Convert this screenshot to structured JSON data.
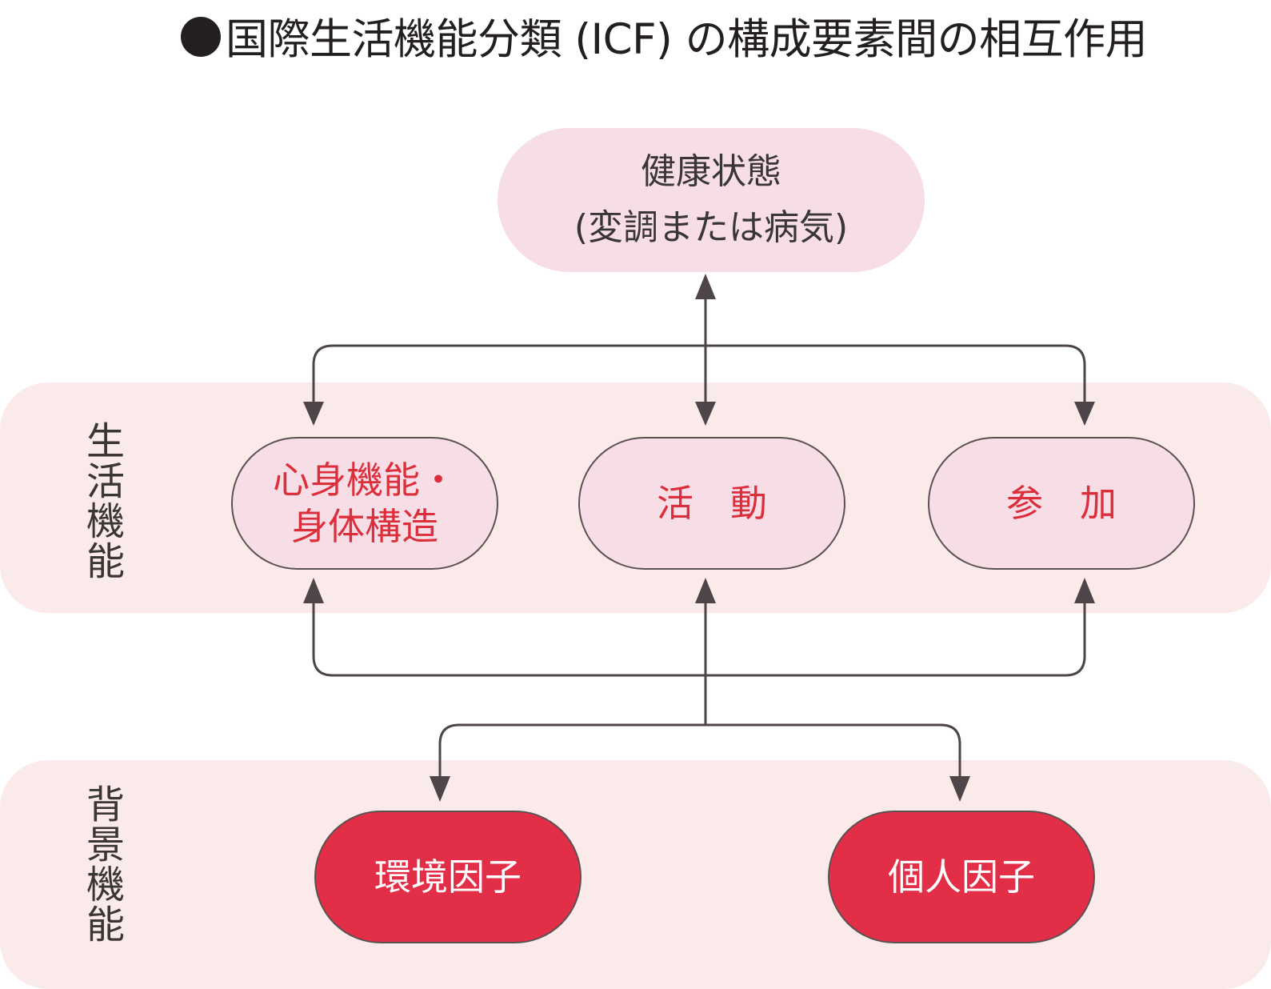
{
  "title": "国際生活機能分類 (ICF) の構成要素間の相互作用",
  "bands": {
    "life_functioning": {
      "label": "生活機能"
    },
    "background": {
      "label": "背景機能"
    }
  },
  "nodes": {
    "health": {
      "line1": "健康状態",
      "line2": "(変調または病気)"
    },
    "body": {
      "line1": "心身機能・",
      "line2": "身体構造"
    },
    "activity": {
      "label": "活　動"
    },
    "participation": {
      "label": "参　加"
    },
    "environment": {
      "label": "環境因子"
    },
    "personal": {
      "label": "個人因子"
    }
  },
  "colors": {
    "band_fill": "#fbeaea",
    "node_pink": "#f6dde6",
    "node_red": "#e22e47",
    "text_red": "#dc2f3c",
    "line": "#4d4547"
  }
}
